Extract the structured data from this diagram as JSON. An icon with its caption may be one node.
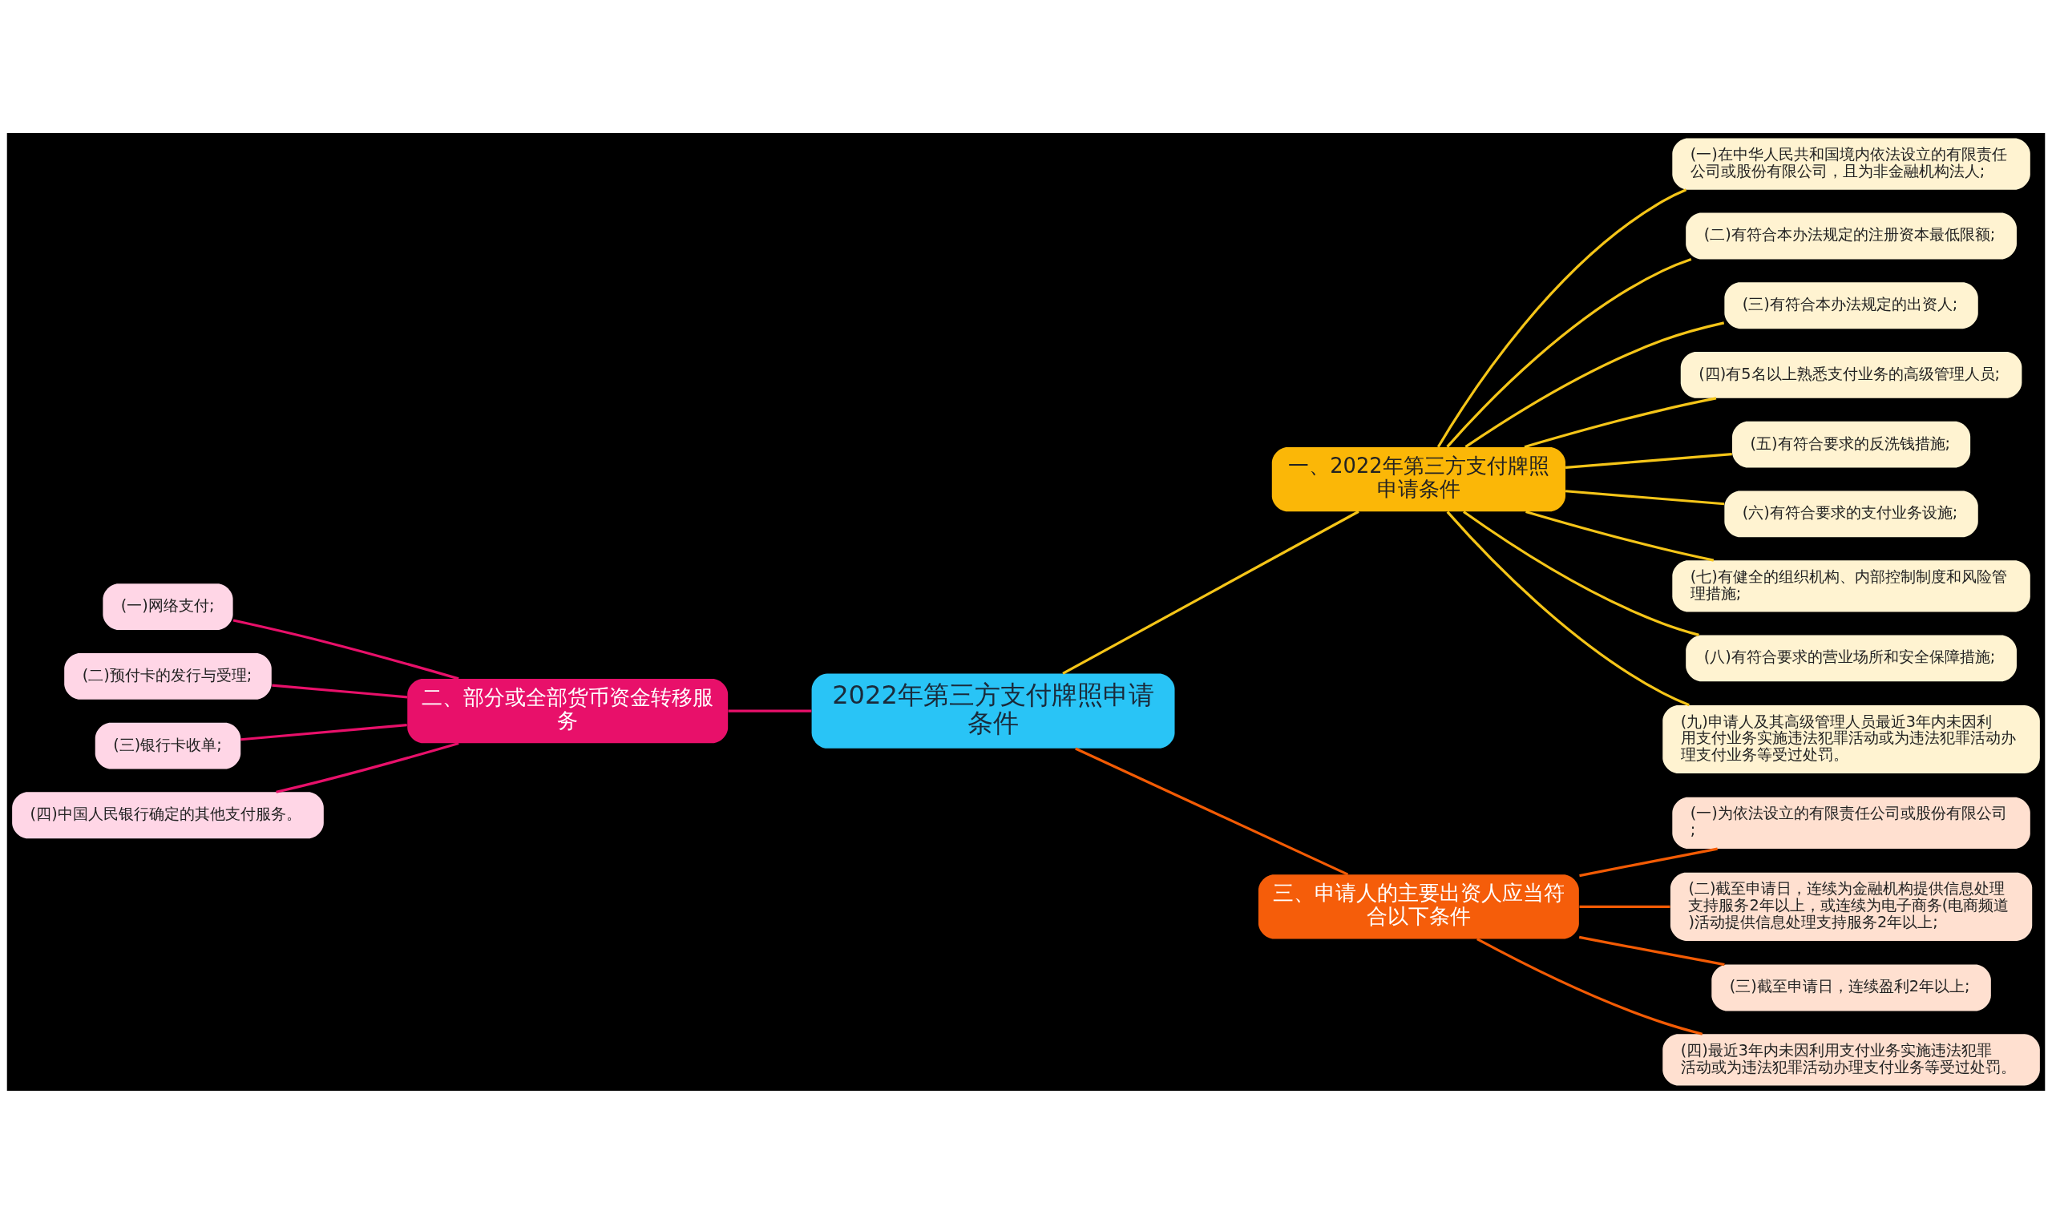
{
  "diagram": {
    "nodes": [
      {
        "text": [
          "2022年第三方支付牌照申请条件"
        ]
      },
      {
        "text": [
          "一、2022年第三方支付牌照申请条件"
        ]
      },
      {
        "text": [
          "(一)在中华人民共和国境内依法设立的有限责任公司或股份有限公司，且为非金融机构法人;"
        ]
      },
      {
        "text": [
          "(二)有符合本办法规定的注册资本最低限额;"
        ]
      },
      {
        "text": [
          "(三)有符合本办法规定的出资人;"
        ]
      },
      {
        "text": [
          "(四)有5名以上熟悉支付业务的高级管理人员;"
        ]
      },
      {
        "text": [
          "(五)有符合要求的反洗钱措施;"
        ]
      },
      {
        "text": [
          "(六)有符合要求的支付业务设施;"
        ]
      },
      {
        "text": [
          "(七)有健全的组织机构、内部控制制度和风险管理措施;"
        ]
      },
      {
        "text": [
          "(八)有符合要求的营业场所和安全保障措施;"
        ]
      },
      {
        "text": [
          "(九)申请人及其高级管理人员最近3年内未因利用支付业务实施违法犯罪活动或为违法犯罪活动办理支付业务等受过处罚。"
        ]
      },
      {
        "text": [
          "二、部分或全部货币资金转移服务"
        ]
      },
      {
        "text": [
          "(一)网络支付;"
        ]
      },
      {
        "text": [
          "(二)预付卡的发行与受理;"
        ]
      },
      {
        "text": [
          "(三)银行卡收单;"
        ]
      },
      {
        "text": [
          "(四)中国人民银行确定的其他支付服务。"
        ]
      },
      {
        "text": [
          "三、申请人的主要出资人应当符合以下条件"
        ]
      },
      {
        "text": [
          "(一)为依法设立的有限责任公司或股份有限公司;"
        ]
      },
      {
        "text": [
          "(二)截至申请日，连续为金融机构提供信息处理支持服务2年以上，或连续为电子商务(电商频道)活动提供信息处理支持服务2年以上;"
        ]
      },
      {
        "text": [
          "(三)截至申请日，连续盈利2年以上;"
        ]
      },
      {
        "text": [
          "(四)最近3年内未因利用支付业务实施违法犯罪活动或为违法犯罪活动办理支付业务等受过处罚。"
        ]
      }
    ],
    "edges": [
      {
        "from": 0,
        "to": 1,
        "arrow": "none"
      },
      {
        "from": 1,
        "to": 2,
        "arrow": "none"
      },
      {
        "from": 1,
        "to": 3,
        "arrow": "none"
      },
      {
        "from": 1,
        "to": 4,
        "arrow": "none"
      },
      {
        "from": 1,
        "to": 5,
        "arrow": "none"
      },
      {
        "from": 1,
        "to": 6,
        "arrow": "none"
      },
      {
        "from": 1,
        "to": 7,
        "arrow": "none"
      },
      {
        "from": 1,
        "to": 8,
        "arrow": "none"
      },
      {
        "from": 1,
        "to": 9,
        "arrow": "none"
      },
      {
        "from": 1,
        "to": 10,
        "arrow": "none"
      },
      {
        "from": 0,
        "to": 11,
        "arrow": "none",
        "color": "#e8106a"
      },
      {
        "from": 11,
        "to": 12,
        "arrow": "none",
        "color": "#e8106a"
      },
      {
        "from": 11,
        "to": 13,
        "arrow": "none",
        "color": "#e8106a"
      },
      {
        "from": 11,
        "to": 14,
        "arrow": "none",
        "color": "#e8106a"
      },
      {
        "from": 11,
        "to": 15,
        "arrow": "none",
        "color": "#e8106a"
      },
      {
        "from": 0,
        "to": 16,
        "arrow": "none",
        "color": "#f35b04"
      },
      {
        "from": 16,
        "to": 17,
        "arrow": "none",
        "color": "#f35b04"
      },
      {
        "from": 16,
        "to": 18,
        "arrow": "none",
        "color": "#f35b04"
      },
      {
        "from": 16,
        "to": 19,
        "arrow": "none",
        "color": "#f35b04"
      },
      {
        "from": 16,
        "to": 20,
        "arrow": "none",
        "color": "#f35b04"
      }
    ]
  }
}
